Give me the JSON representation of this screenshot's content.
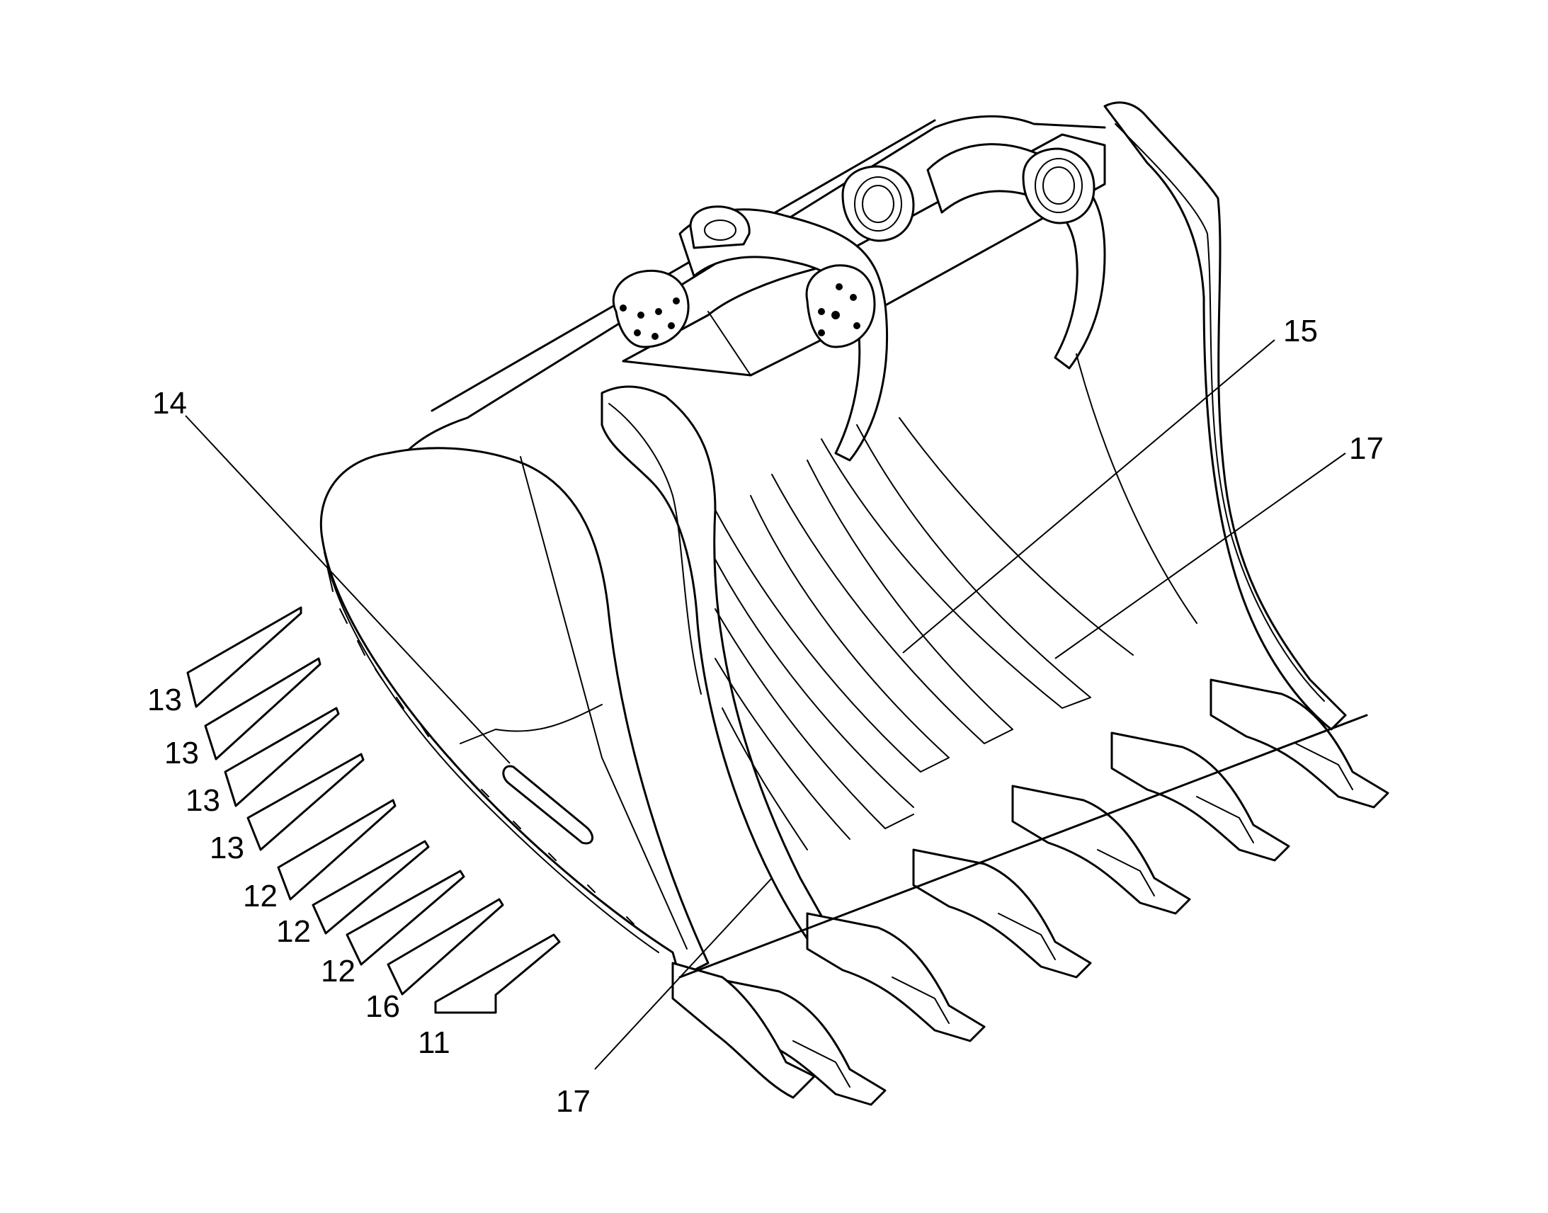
{
  "labels": {
    "l14": "14",
    "l15": "15",
    "l17a": "17",
    "l17b": "17",
    "l13a": "13",
    "l13b": "13",
    "l13c": "13",
    "l13d": "13",
    "l12a": "12",
    "l12b": "12",
    "l12c": "12",
    "l16": "16",
    "l11": "11"
  }
}
